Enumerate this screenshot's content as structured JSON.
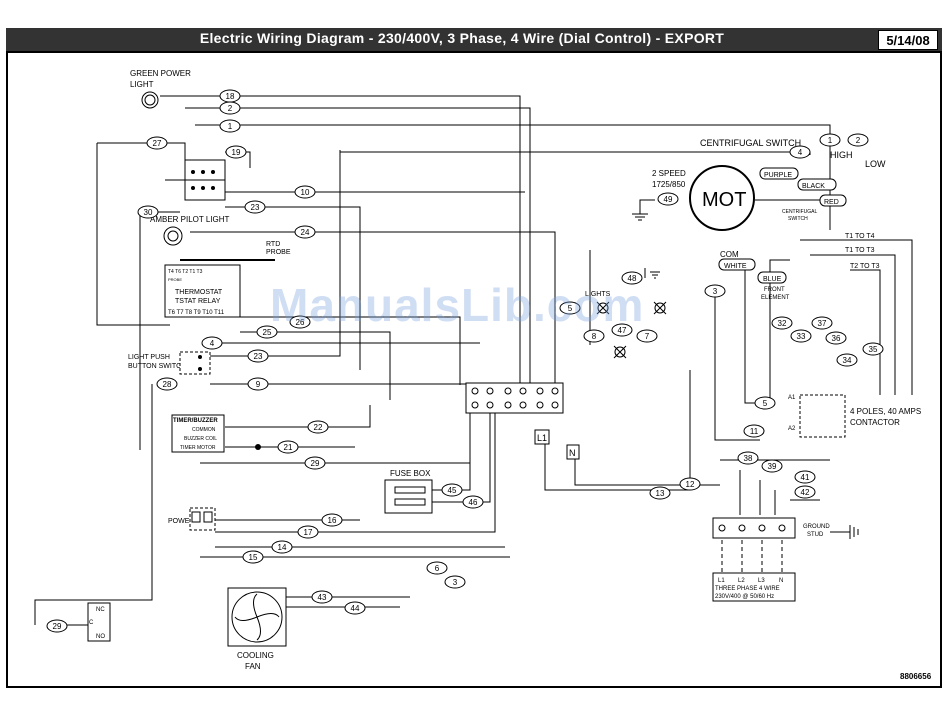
{
  "header": {
    "title": "Electric Wiring Diagram - 230/400V, 3 Phase, 4 Wire  (Dial Control) - EXPORT",
    "date": "5/14/08"
  },
  "labels": {
    "green_light": [
      "GREEN POWER",
      "LIGHT"
    ],
    "amber_light": "AMBER PILOT LIGHT",
    "rtd_probe": [
      "RTD",
      "PROBE"
    ],
    "thermostat": [
      "THERMOSTAT",
      "TSTAT RELAY"
    ],
    "thermostat_pins_top": "T4  T6 T2       T1 T3",
    "probe_mini": "PROBE",
    "thermostat_pins_bottom": "T6  T7  T8  T9  T10 T11",
    "light_switch": [
      "LIGHT PUSH",
      "BUTTON SWITCH"
    ],
    "timer_buzzer": "TIMER/BUZZER",
    "timer_rows": [
      "COMMON",
      "BUZZER COIL",
      "TIMER MOTOR"
    ],
    "power": "POWER",
    "fuse_box": "FUSE BOX",
    "cooling_fan": [
      "COOLING",
      "FAN"
    ],
    "centrifugal_switch": "CENTRIFUGAL SWITCH",
    "high": "HIGH",
    "low": "LOW",
    "motor_speed": [
      "2 SPEED",
      "1725/850"
    ],
    "motor": "MOT",
    "motor_wires": [
      "PURPLE",
      "BLACK",
      "RED"
    ],
    "centrifugal_small": [
      "CENTRIFUGAL",
      "SWITCH"
    ],
    "com": "COM",
    "white": "WHITE",
    "blue": "BLUE",
    "front_element": [
      "FRONT",
      "ELEMENT"
    ],
    "lights": "LIGHTS",
    "t1_t4": "T1 TO T4",
    "t1_t3": "T1 TO T3",
    "t2_t3": "T2 TO T3",
    "contactor": [
      "4 POLES, 40 AMPS",
      "CONTACTOR"
    ],
    "a1": "A1",
    "a2": "A2",
    "l1_box": "L1",
    "n_box": "N",
    "ground_stud": [
      "GROUND",
      "STUD"
    ],
    "terminal_labels": [
      "L1",
      "L2",
      "L3",
      "N"
    ],
    "supply": [
      "THREE PHASE 4 WIRE",
      "230V/400 @ 50/60 Hz"
    ],
    "switch_contacts": [
      "NC",
      "C",
      "NO"
    ],
    "part_number": "8806656",
    "watermark": "ManualsLib.com"
  },
  "wire_numbers": [
    "18",
    "2",
    "1",
    "27",
    "19",
    "10",
    "30",
    "23",
    "24",
    "25",
    "26",
    "4",
    "23",
    "9",
    "28",
    "22",
    "21",
    "29",
    "45",
    "46",
    "16",
    "17",
    "14",
    "15",
    "6",
    "3",
    "43",
    "44",
    "29",
    "1",
    "2",
    "4",
    "49",
    "48",
    "3",
    "5",
    "8",
    "47",
    "7",
    "32",
    "33",
    "37",
    "36",
    "34",
    "35",
    "5",
    "11",
    "12",
    "13",
    "38",
    "39",
    "41",
    "42"
  ]
}
